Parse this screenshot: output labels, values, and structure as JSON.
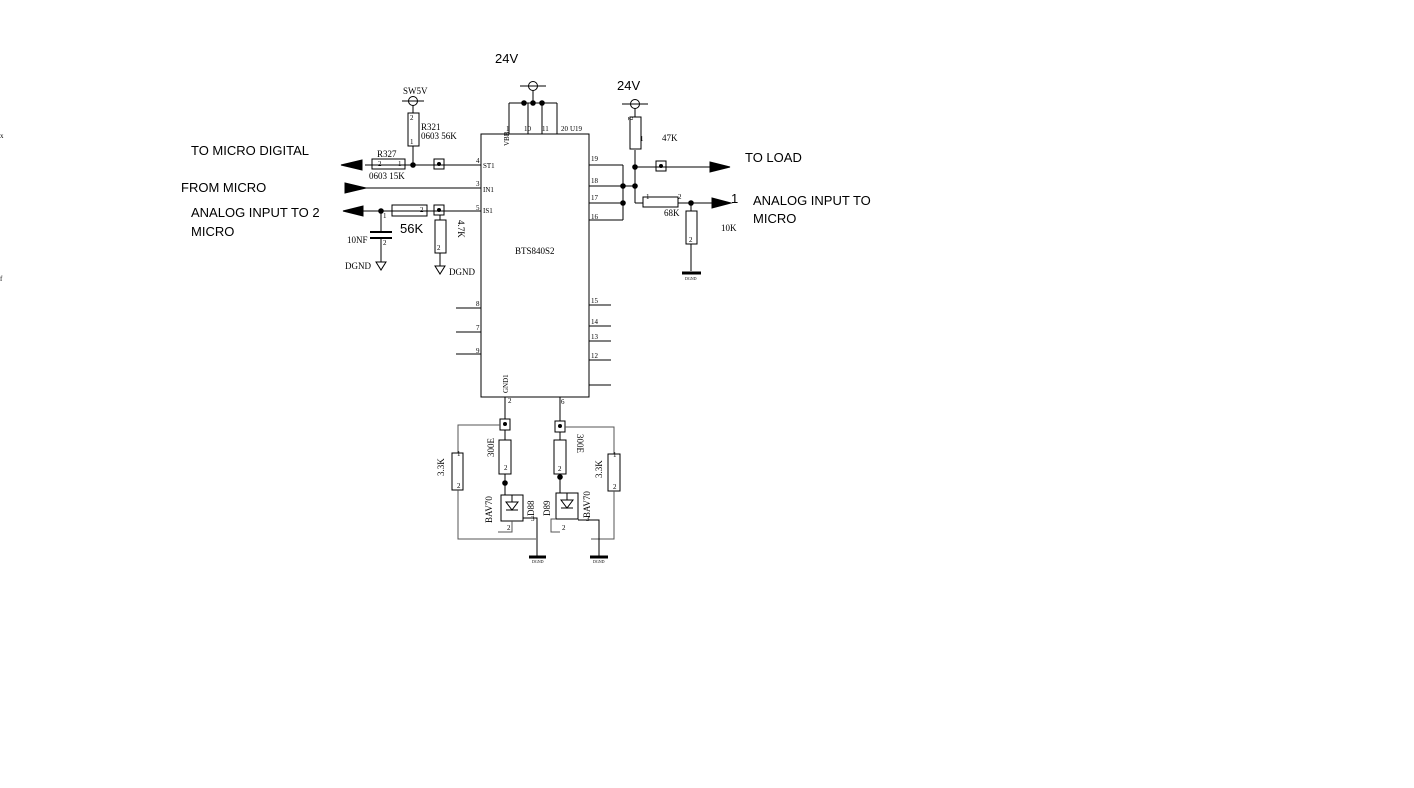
{
  "signals": {
    "to_micro_digital": "TO MICRO DIGITAL",
    "from_micro": "FROM MICRO",
    "analog_left_1": "ANALOG INPUT TO 2",
    "analog_left_2": "MICRO",
    "to_load": "TO LOAD",
    "analog_right_num": "1",
    "analog_right_1": "ANALOG INPUT TO",
    "analog_right_2": "MICRO"
  },
  "power": {
    "top_24v": "24V",
    "right_24v": "24V",
    "sw5v": "SW5V",
    "dgnd": "DGND",
    "gnd_small": "DGND"
  },
  "ic": {
    "part": "BTS840S2",
    "ref": "U19",
    "pin_vbb": "VBB",
    "pin_st": "ST1",
    "pin_in": "IN1",
    "pin_is": "IS1",
    "pin_gnd": "GND1",
    "pins": {
      "p1": "1",
      "p10": "10",
      "p11": "11",
      "p20": "20",
      "p4": "4",
      "p3": "3",
      "p5": "5",
      "p8": "8",
      "p7": "7",
      "p9": "9",
      "p19": "19",
      "p18": "18",
      "p17": "17",
      "p16": "16",
      "p15": "15",
      "p14": "14",
      "p13": "13",
      "p12": "12",
      "p2": "2",
      "p6": "6"
    }
  },
  "components": {
    "r321_ref": "R321",
    "r321_val": "0603 56K",
    "r327_ref": "R327",
    "r327_val": "0603 15K",
    "r_56k": "56K",
    "r_4k7": "4.7K",
    "c_10nf": "10NF",
    "r_47k": "47K",
    "r_68k": "68K",
    "r_10k": "10K",
    "r_300e_left": "300E",
    "r_300e_right": "300E",
    "r_3k3_left": "3.3K",
    "r_3k3_right": "3.3K",
    "d88_ref": "D88",
    "d89_ref": "D89",
    "diode_part_left": "BAV70",
    "diode_part_right": "BAV70"
  },
  "pin_nums": {
    "one": "1",
    "two": "2",
    "three": "3"
  }
}
